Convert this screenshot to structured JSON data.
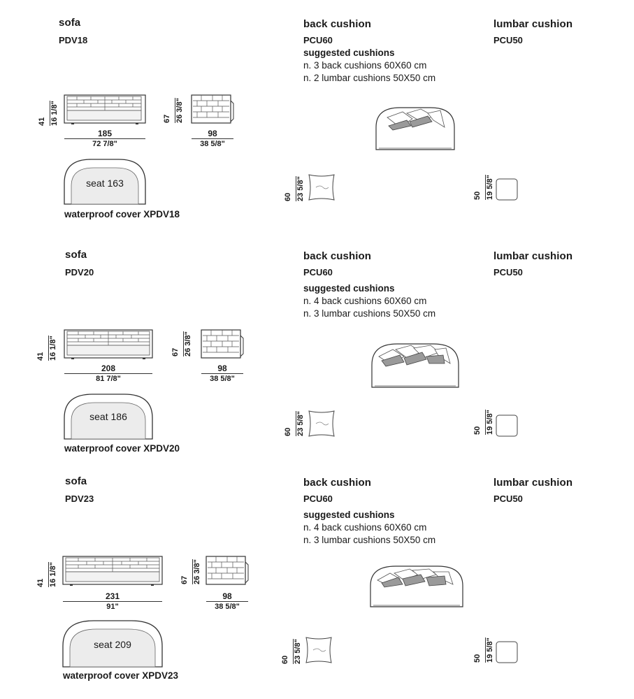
{
  "sections": [
    {
      "sofa": {
        "title": "sofa",
        "code": "PDV18",
        "width_cm": "185",
        "width_in": "72 7/8\"",
        "seat": "seat 163",
        "depth_cm": "98",
        "depth_in": "38 5/8\""
      },
      "height": {
        "cm": "41",
        "in": "16 1/8\""
      },
      "back_height": {
        "cm": "67",
        "in": "26 3/8\""
      },
      "back_cushion": {
        "title": "back cushion",
        "code": "PCU60",
        "size_cm": "60",
        "size_in": "23 5/8\""
      },
      "lumbar_cushion": {
        "title": "lumbar cushion",
        "code": "PCU50",
        "size_cm": "50",
        "size_in": "19 5/8\""
      },
      "suggested": {
        "title": "suggested cushions",
        "line1": "n. 3 back cushions 60X60 cm",
        "line2": "n. 2 lumbar cushions 50X50 cm"
      },
      "cover": "waterproof cover  XPDV18"
    },
    {
      "sofa": {
        "title": "sofa",
        "code": "PDV20",
        "width_cm": "208",
        "width_in": "81 7/8\"",
        "seat": "seat 186",
        "depth_cm": "98",
        "depth_in": "38 5/8\""
      },
      "height": {
        "cm": "41",
        "in": "16 1/8\""
      },
      "back_height": {
        "cm": "67",
        "in": "26 3/8\""
      },
      "back_cushion": {
        "title": "back cushion",
        "code": "PCU60",
        "size_cm": "60",
        "size_in": "23 5/8\""
      },
      "lumbar_cushion": {
        "title": "lumbar cushion",
        "code": "PCU50",
        "size_cm": "50",
        "size_in": "19 5/8\""
      },
      "suggested": {
        "title": "suggested cushions",
        "line1": "n. 4 back cushions 60X60 cm",
        "line2": "n. 3 lumbar cushions 50X50 cm"
      },
      "cover": "waterproof cover  XPDV20"
    },
    {
      "sofa": {
        "title": "sofa",
        "code": "PDV23",
        "width_cm": "231",
        "width_in": "91\"",
        "seat": "seat 209",
        "depth_cm": "98",
        "depth_in": "38 5/8\""
      },
      "height": {
        "cm": "41",
        "in": "16 1/8\""
      },
      "back_height": {
        "cm": "67",
        "in": "26 3/8\""
      },
      "back_cushion": {
        "title": "back cushion",
        "code": "PCU60",
        "size_cm": "60",
        "size_in": "23 5/8\""
      },
      "lumbar_cushion": {
        "title": "lumbar cushion",
        "code": "PCU50",
        "size_cm": "50",
        "size_in": "19 5/8\""
      },
      "suggested": {
        "title": "suggested cushions",
        "line1": "n. 4 back cushions 60X60 cm",
        "line2": "n. 3 lumbar cushions 50X50 cm"
      },
      "cover": "waterproof cover  XPDV23"
    }
  ],
  "colors": {
    "line": "#333333",
    "cushion_fill": "#9a9a9a",
    "seat_fill": "#ededed"
  }
}
